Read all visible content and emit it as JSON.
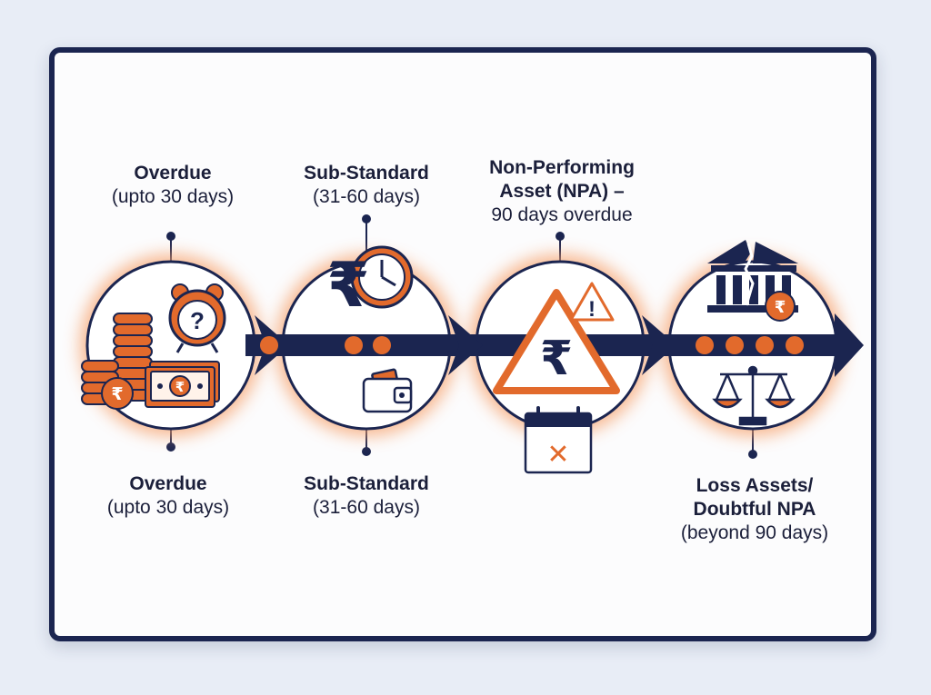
{
  "stages": [
    {
      "id": "overdue",
      "top_title": "Overdue",
      "top_sub": "(upto 30 days)",
      "bottom_title": "Overdue",
      "bottom_sub": "(upto 30 days)"
    },
    {
      "id": "sub-standard",
      "top_title": "Sub-Standard",
      "top_sub": "(31-60 days)",
      "bottom_title": "Sub-Standard",
      "bottom_sub": "(31-60 days)"
    },
    {
      "id": "npa",
      "top_line1": "Non-Performing",
      "top_line2": "Asset (NPA) –",
      "top_sub": "90 days overdue"
    },
    {
      "id": "loss",
      "bottom_line1": "Loss Assets/",
      "bottom_line2": "Doubtful NPA",
      "bottom_sub": "(beyond 90 days)"
    }
  ],
  "symbols": {
    "rupee": "₹",
    "question": "?",
    "exclamation": "!",
    "cross": "✕"
  },
  "icons": [
    "coin-stack-icon",
    "alarm-clock-icon",
    "banknote-icon",
    "rupee-clock-icon",
    "wallet-icon",
    "warning-triangle-icon",
    "calendar-cross-icon",
    "broken-bank-icon",
    "scales-icon"
  ],
  "colors": {
    "navy": "#1b2550",
    "orange": "#e26a2c",
    "glow": "#f6a06a",
    "background": "#e8edf6"
  }
}
